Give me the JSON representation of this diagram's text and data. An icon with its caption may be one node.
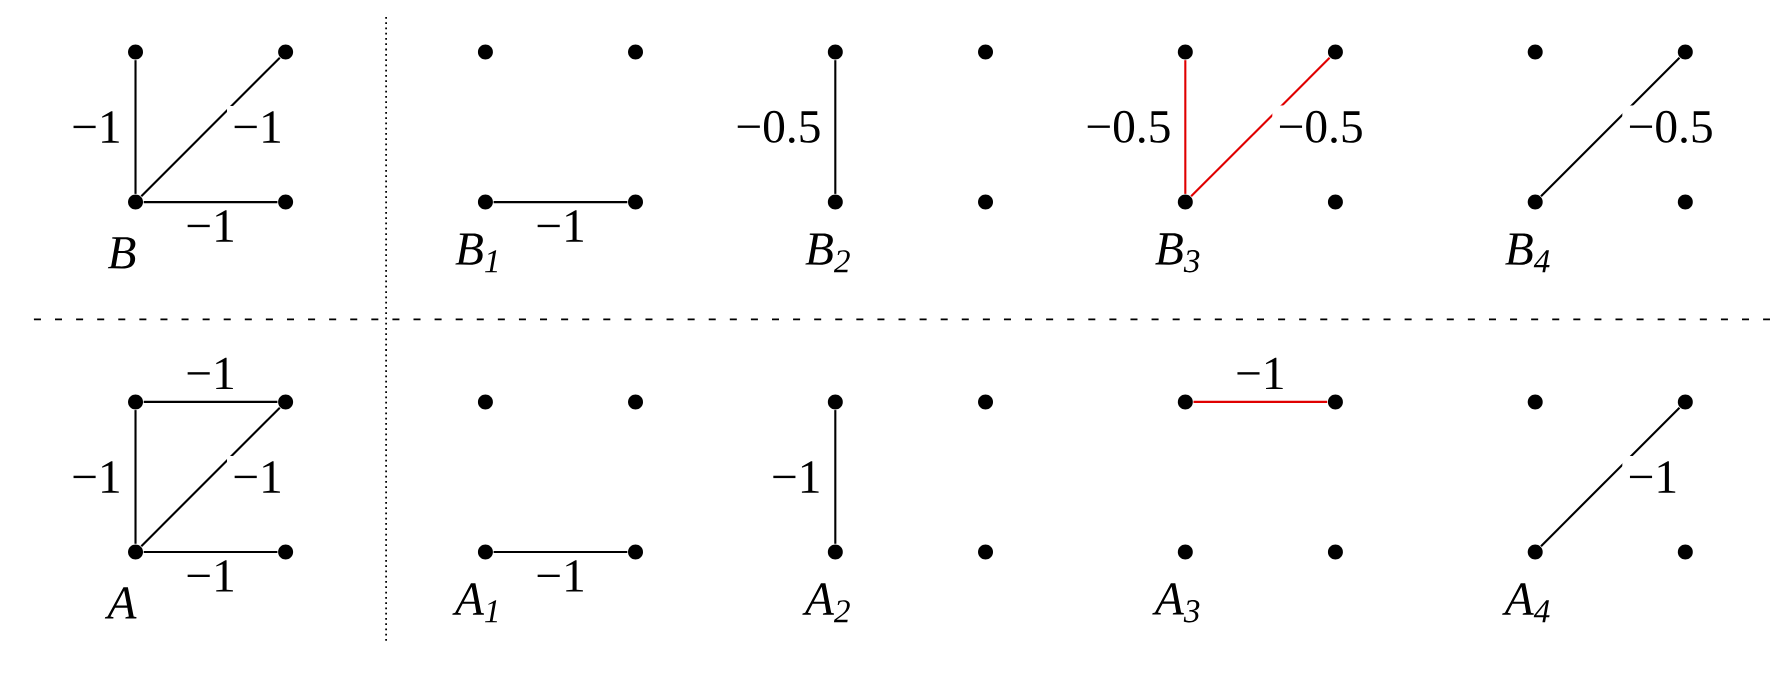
{
  "diagram": {
    "nodes": [
      {
        "text": [],
        "shape": "circle"
      },
      {
        "text": [],
        "shape": "circle"
      },
      {
        "text": [],
        "shape": "circle"
      },
      {
        "text": [],
        "shape": "circle"
      },
      {
        "text": [],
        "shape": "circle"
      },
      {
        "text": [],
        "shape": "circle"
      },
      {
        "text": [],
        "shape": "circle"
      },
      {
        "text": [],
        "shape": "circle"
      },
      {
        "text": [],
        "shape": "circle"
      },
      {
        "text": [],
        "shape": "circle"
      },
      {
        "text": [],
        "shape": "circle"
      },
      {
        "text": [],
        "shape": "circle"
      },
      {
        "text": [],
        "shape": "circle"
      },
      {
        "text": [],
        "shape": "circle"
      },
      {
        "text": [],
        "shape": "circle"
      },
      {
        "text": [],
        "shape": "circle"
      },
      {
        "text": [],
        "shape": "circle"
      },
      {
        "text": [],
        "shape": "circle"
      },
      {
        "text": [],
        "shape": "circle"
      },
      {
        "text": [],
        "shape": "circle"
      },
      {
        "text": [],
        "shape": "circle"
      },
      {
        "text": [],
        "shape": "circle"
      },
      {
        "text": [],
        "shape": "circle"
      },
      {
        "text": [],
        "shape": "circle"
      },
      {
        "text": [],
        "shape": "circle"
      },
      {
        "text": [],
        "shape": "circle"
      },
      {
        "text": [],
        "shape": "circle"
      },
      {
        "text": [],
        "shape": "circle"
      },
      {
        "text": [],
        "shape": "circle"
      },
      {
        "text": [],
        "shape": "circle"
      },
      {
        "text": [],
        "shape": "circle"
      },
      {
        "text": [],
        "shape": "circle"
      },
      {
        "text": [],
        "shape": "circle"
      },
      {
        "text": [],
        "shape": "circle"
      },
      {
        "text": [],
        "shape": "circle"
      },
      {
        "text": [],
        "shape": "circle"
      },
      {
        "text": [],
        "shape": "circle"
      },
      {
        "text": [],
        "shape": "circle"
      },
      {
        "text": [],
        "shape": "circle"
      },
      {
        "text": [],
        "shape": "circle"
      }
    ],
    "edges": [
      {
        "from": 0,
        "to": 2,
        "arrow": "none",
        "label": "−1"
      },
      {
        "from": 2,
        "to": 1,
        "arrow": "none",
        "label": "−1"
      },
      {
        "from": 2,
        "to": 3,
        "arrow": "none",
        "label": "−1"
      },
      {
        "from": 6,
        "to": 7,
        "arrow": "none",
        "label": "−1"
      },
      {
        "from": 8,
        "to": 10,
        "arrow": "none",
        "label": "−0.5"
      },
      {
        "from": 12,
        "to": 14,
        "arrow": "none",
        "label": "−0.5",
        "color": "#e00000"
      },
      {
        "from": 14,
        "to": 13,
        "arrow": "none",
        "label": "−0.5",
        "color": "#e00000"
      },
      {
        "from": 18,
        "to": 17,
        "arrow": "none",
        "label": "−0.5"
      },
      {
        "from": 20,
        "to": 21,
        "arrow": "none",
        "label": "−1"
      },
      {
        "from": 20,
        "to": 22,
        "arrow": "none",
        "label": "−1"
      },
      {
        "from": 22,
        "to": 21,
        "arrow": "none",
        "label": "−1"
      },
      {
        "from": 22,
        "to": 23,
        "arrow": "none",
        "label": "−1"
      },
      {
        "from": 26,
        "to": 27,
        "arrow": "none",
        "label": "−1"
      },
      {
        "from": 28,
        "to": 30,
        "arrow": "none",
        "label": "−1"
      },
      {
        "from": 32,
        "to": 33,
        "arrow": "none",
        "label": "−1",
        "color": "#e00000"
      },
      {
        "from": 38,
        "to": 37,
        "arrow": "none",
        "label": "−1"
      }
    ],
    "labels": [
      "B",
      "B$_{1}$",
      "B$_{2}$",
      "B$_{3}$",
      "B$_{4}$",
      "A",
      "A$_{1}$",
      "A$_{2}$",
      "A$_{3}$",
      "A$_{4}$"
    ]
  }
}
